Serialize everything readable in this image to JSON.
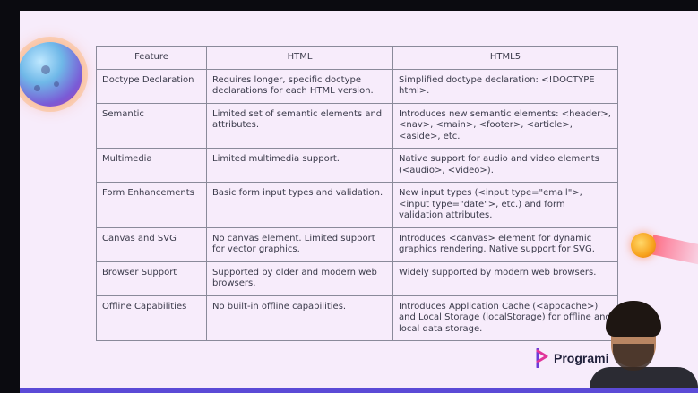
{
  "table": {
    "headers": [
      "Feature",
      "HTML",
      "HTML5"
    ],
    "rows": [
      [
        "Doctype Declaration",
        "Requires longer, specific doctype declarations for each HTML version.",
        "Simplified doctype declaration: <!DOCTYPE html>."
      ],
      [
        "Semantic",
        "Limited set of semantic elements and attributes.",
        "Introduces new semantic elements: <header>, <nav>, <main>, <footer>, <article>, <aside>, etc."
      ],
      [
        "Multimedia",
        "Limited multimedia support.",
        "Native support for audio and video elements (<audio>, <video>)."
      ],
      [
        "Form Enhancements",
        "Basic form input types and validation.",
        "New input types (<input type=\"email\">, <input type=\"date\">, etc.) and form validation attributes."
      ],
      [
        "Canvas and SVG",
        "No canvas element. Limited support for vector graphics.",
        "Introduces <canvas> element for dynamic graphics rendering. Native support for SVG."
      ],
      [
        "Browser Support",
        "Supported by older and modern web browsers.",
        "Widely supported by modern web browsers."
      ],
      [
        "Offline Capabilities",
        "No built-in offline capabilities.",
        "Introduces Application Cache (<appcache>) and Local Storage (localStorage) for offline and local data storage."
      ]
    ]
  },
  "logo": {
    "text": "Programi",
    "icon": "play-logo-icon"
  },
  "colors": {
    "slide_bg": "#f7ecfb",
    "border": "#8a8a9a",
    "accent": "#5b4ad6",
    "logo_pink": "#e0359a",
    "logo_purple": "#6a3bd8"
  }
}
